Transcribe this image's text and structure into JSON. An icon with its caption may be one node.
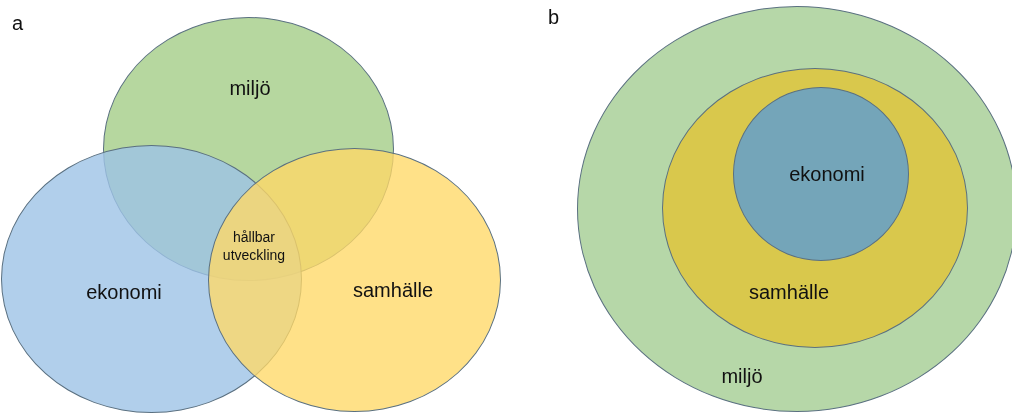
{
  "diagram": {
    "nodes": [
      {
        "text": [
          "miljö"
        ]
      },
      {
        "text": [
          "ekonomi"
        ]
      },
      {
        "text": [
          "samhälle"
        ]
      },
      {
        "text": [
          "miljö"
        ]
      },
      {
        "text": [
          "samhälle"
        ],
        "in": 3
      },
      {
        "text": [
          "ekonomi"
        ],
        "in": 4
      }
    ],
    "labels": [
      "a",
      "hållbar utveckling",
      "b"
    ]
  }
}
